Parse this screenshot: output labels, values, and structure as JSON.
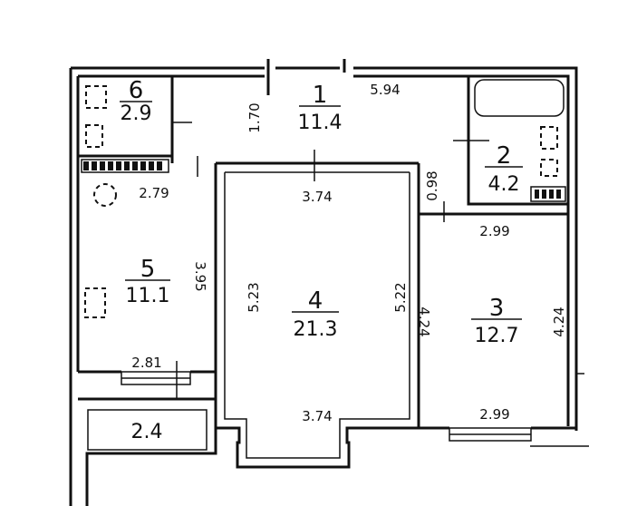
{
  "rooms": [
    {
      "id": "1",
      "number": "1",
      "area": "11.4"
    },
    {
      "id": "2",
      "number": "2",
      "area": "4.2"
    },
    {
      "id": "3",
      "number": "3",
      "area": "12.7"
    },
    {
      "id": "4",
      "number": "4",
      "area": "21.3"
    },
    {
      "id": "5",
      "number": "5",
      "area": "11.1"
    },
    {
      "id": "6",
      "number": "6",
      "area": "2.9"
    },
    {
      "id": "balcony",
      "number": "",
      "area": "2.4"
    }
  ],
  "dimensions": {
    "d_594": "5.94",
    "d_170": "1.70",
    "d_374_top": "3.74",
    "d_374_bottom": "3.74",
    "d_279": "2.79",
    "d_098": "0.98",
    "d_299_top": "2.99",
    "d_299_bottom": "2.99",
    "d_395": "3.95",
    "d_523": "5.23",
    "d_522": "5.22",
    "d_424_left": "4.24",
    "d_424_right": "4.24",
    "d_281": "2.81"
  }
}
